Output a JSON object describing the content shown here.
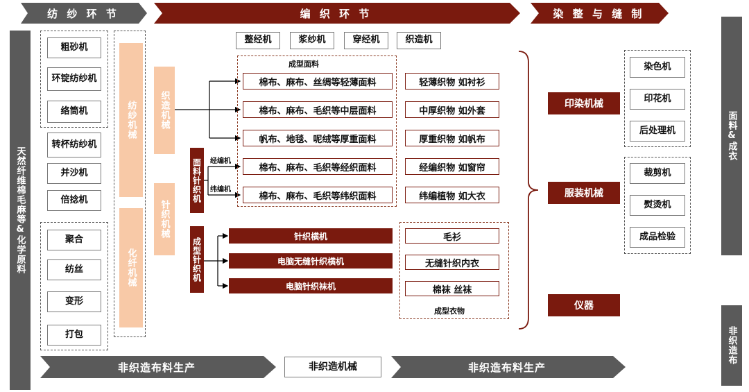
{
  "banners": {
    "spinning": "纺 纱 环 节",
    "weaving": "编 织 环 节",
    "dyeing": "染 整 与 缝 制"
  },
  "left_sidebar": "天然纤维棉毛麻等&化学原料",
  "spinning_machines": [
    "粗砂机",
    "环锭纺纱机",
    "络筒机",
    "转杯纺纱机",
    "并沙机",
    "倍捻机"
  ],
  "chemical_steps": [
    "聚合",
    "纺丝",
    "变形",
    "打包"
  ],
  "spinning_columns": {
    "spin": "纺纱机械",
    "chem": "化纤机械"
  },
  "weaving_side": {
    "loom": "织造机械",
    "knit": "针织机械"
  },
  "prep_machines": [
    "整经机",
    "浆纱机",
    "穿经机",
    "织造机"
  ],
  "fabric_group": {
    "title": "成型面料",
    "items": [
      "棉布、麻布、丝绸等轻薄面料",
      "棉布、麻布、毛织等中层面料",
      "帆布、地毯、呢绒等厚重面料",
      "棉布、麻布、毛织等经织面料",
      "棉布、麻布、毛织等纬织面料"
    ]
  },
  "fabric_examples": [
    "轻薄织物 如衬衫",
    "中厚织物 如外套",
    "厚重织物 如帆布",
    "经编织物 如窗帘",
    "纬编植物 如大衣"
  ],
  "fabric_knit": {
    "label": "面料针织机",
    "warp": "经编机",
    "weft": "纬编机"
  },
  "formed_knit": {
    "label": "成型针织机",
    "machines": [
      "针织横机",
      "电脑无缝针织横机",
      "电脑针织袜机"
    ],
    "products": [
      "毛衫",
      "无缝针织内衣",
      "棉袜 丝袜"
    ],
    "title": "成型衣物"
  },
  "finishing": {
    "dyeing": "印染机械",
    "garment": "服装机械",
    "instrument": "仪器",
    "dye_machines": [
      "染色机",
      "印花机",
      "后处理机"
    ],
    "garment_machines": [
      "裁剪机",
      "熨烫机",
      "成品检验"
    ]
  },
  "right_side": {
    "top": "面料&成衣",
    "bottom": "非织造布"
  },
  "bottom": {
    "left": "非织造布料生产",
    "middle": "非织造机械",
    "right": "非织造布料生产"
  },
  "colors": {
    "dark_red": "#7a1a0e",
    "peach": "#f8c9a7",
    "gray": "#5a5a5a"
  }
}
